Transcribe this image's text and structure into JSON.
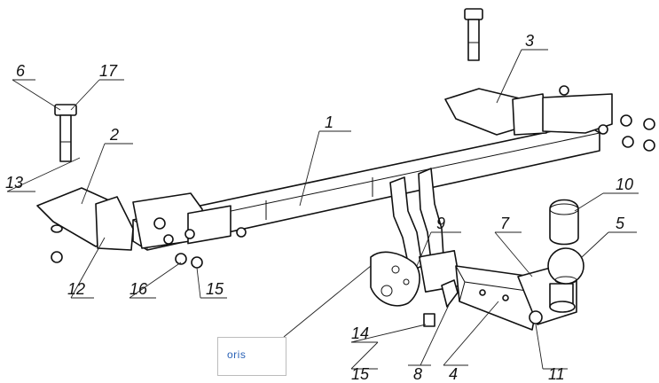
{
  "drawing": {
    "type": "exploded assembly drawing",
    "subject": "towbar hitch assembly",
    "logo_text": "oris",
    "labels": [
      {
        "key": "p1",
        "text": "1"
      },
      {
        "key": "p2",
        "text": "2"
      },
      {
        "key": "p3",
        "text": "3"
      },
      {
        "key": "p4",
        "text": "4"
      },
      {
        "key": "p5",
        "text": "5"
      },
      {
        "key": "p6",
        "text": "6"
      },
      {
        "key": "p7",
        "text": "7"
      },
      {
        "key": "p8",
        "text": "8"
      },
      {
        "key": "p9",
        "text": "9"
      },
      {
        "key": "p10",
        "text": "10"
      },
      {
        "key": "p11",
        "text": "11"
      },
      {
        "key": "p12",
        "text": "12"
      },
      {
        "key": "p13",
        "text": "13"
      },
      {
        "key": "p14",
        "text": "14"
      },
      {
        "key": "p15a",
        "text": "15"
      },
      {
        "key": "p15b",
        "text": "15"
      },
      {
        "key": "p16",
        "text": "16"
      },
      {
        "key": "p17",
        "text": "17"
      }
    ]
  }
}
